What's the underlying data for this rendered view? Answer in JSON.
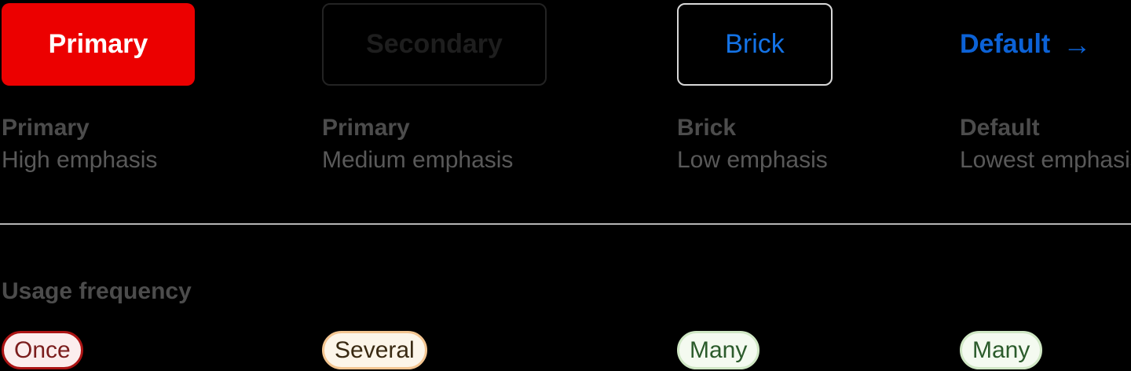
{
  "usage": {
    "title": "Usage frequency"
  },
  "variants": [
    {
      "button_label": "Primary",
      "caption_title": "Primary",
      "caption_desc": "High emphasis",
      "frequency_label": "Once",
      "frequency_level": "once"
    },
    {
      "button_label": "Secondary",
      "caption_title": "Primary",
      "caption_desc": "Medium emphasis",
      "frequency_label": "Several",
      "frequency_level": "several"
    },
    {
      "button_label": "Brick",
      "caption_title": "Brick",
      "caption_desc": "Low emphasis",
      "frequency_label": "Many",
      "frequency_level": "many"
    },
    {
      "button_label": "Default",
      "arrow_icon": "→",
      "caption_title": "Default",
      "caption_desc": "Lowest emphasis",
      "frequency_label": "Many",
      "frequency_level": "many"
    }
  ],
  "colors": {
    "background": "#000000",
    "primary_bg": "#EC0000",
    "primary_text": "#FFFFFF",
    "secondary_border": "#232323",
    "secondary_text": "#1E1E1E",
    "brick_border": "#D8D8D8",
    "brick_text": "#1473E6",
    "link_blue": "#0C62D6",
    "caption_title": "#4C4C4C",
    "caption_desc": "#595959",
    "divider": "#B5B5B5",
    "once_bg": "#FBEDED",
    "once_border": "#AC1414",
    "once_text": "#7B1D1D",
    "several_bg": "#FCF5E9",
    "several_border": "#F3C591",
    "several_text": "#3A2A12",
    "many_bg": "#F4FAF0",
    "many_border": "#CFE7C4",
    "many_text": "#2B5B2B"
  }
}
